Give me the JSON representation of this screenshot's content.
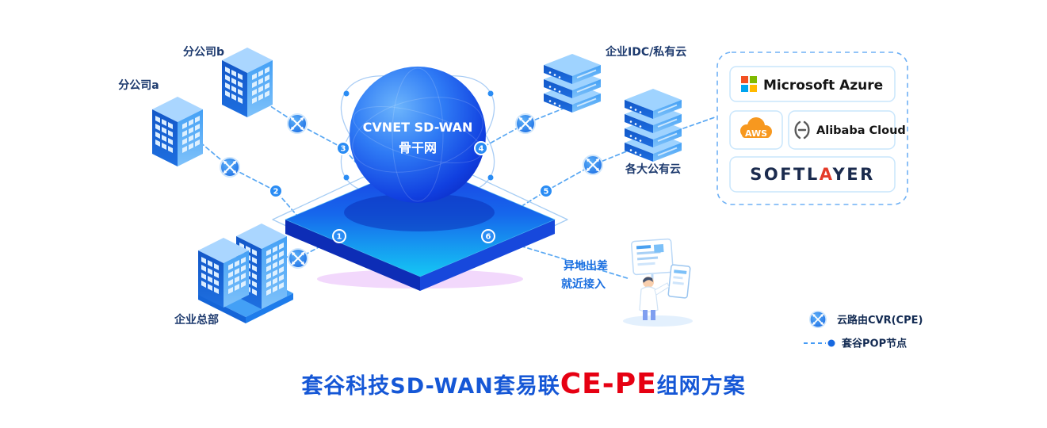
{
  "title": {
    "part1": "套谷科技SD-WAN套易联",
    "highlight": "CE-PE",
    "part2": "组网方案"
  },
  "core": {
    "name_line1": "CVNET SD-WAN",
    "name_line2": "骨干网"
  },
  "sites": {
    "branch_a": "分公司a",
    "branch_b": "分公司b",
    "headquarters": "企业总部",
    "idc": "企业IDC/私有云",
    "public_cloud": "各大公有云",
    "remote_line1": "异地出差",
    "remote_line2": "就近接入"
  },
  "pop_numbers": [
    "1",
    "2",
    "3",
    "4",
    "5",
    "6"
  ],
  "providers": {
    "azure": "Microsoft Azure",
    "aws": "AWS",
    "alibaba": "Alibaba Cloud",
    "softlayer": {
      "seg1": "SOFTL",
      "seg2": "A",
      "seg3": "YER"
    }
  },
  "legend": {
    "router_label": "云路由CVR(CPE)",
    "pop_label": "套谷POP节点"
  },
  "icons": {
    "router": "cloud-router-icon",
    "pop": "pop-node-icon"
  },
  "colors": {
    "primary_blue": "#1b7bf0",
    "deep_blue": "#0c2ec9",
    "platform_cyan": "#15c8f4",
    "title_blue": "#1557d6",
    "accent_red": "#e60012",
    "aws_orange": "#f7981f",
    "ms_red": "#f25022",
    "ms_green": "#7fba00",
    "ms_blue": "#00a4ef",
    "ms_yellow": "#ffb900"
  }
}
